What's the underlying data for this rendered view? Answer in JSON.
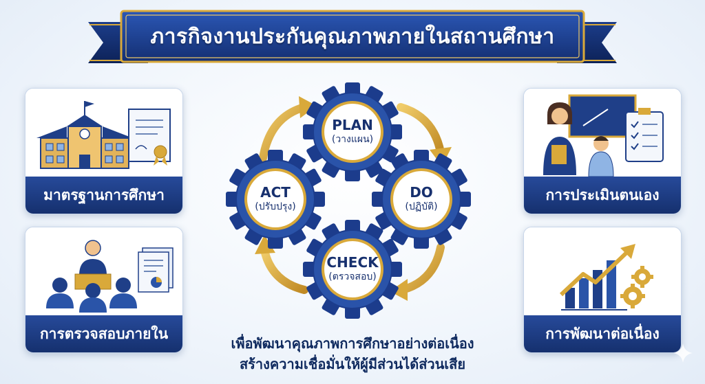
{
  "title": "ภารกิจงานประกันคุณภาพภายในสถานศึกษา",
  "cards": [
    {
      "label": "มาตรฐานการศึกษา"
    },
    {
      "label": "การตรวจสอบภายใน"
    },
    {
      "label": "การประเมินตนเอง"
    },
    {
      "label": "การพัฒนาต่อเนื่อง"
    }
  ],
  "cycle": {
    "plan": {
      "en": "PLAN",
      "th": "(วางแผน)"
    },
    "do": {
      "en": "DO",
      "th": "(ปฏิบัติ)"
    },
    "check": {
      "en": "CHECK",
      "th": "(ตรวจสอบ)"
    },
    "act": {
      "en": "ACT",
      "th": "(ปรับปรุง)"
    }
  },
  "tagline": {
    "line1": "เพื่อพัฒนาคุณภาพการศึกษาอย่างต่อเนื่อง",
    "line2": "สร้างความเชื่อมั่นให้ผู้มีส่วนได้ส่วนเสีย"
  },
  "colors": {
    "navy": "#1a3a8a",
    "gold": "#d9a93a",
    "label_bg": "#1d3b80"
  }
}
